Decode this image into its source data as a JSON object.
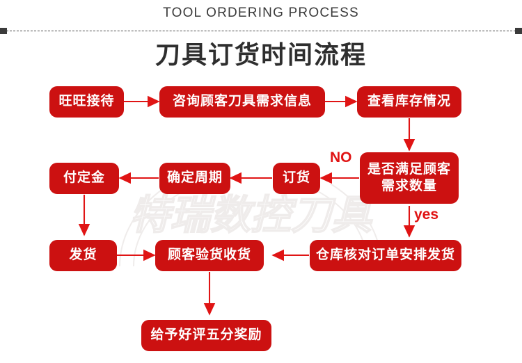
{
  "header": {
    "title_en": "TOOL ORDERING PROCESS",
    "title_cn": "刀具订货时间流程"
  },
  "watermark": {
    "text": "特瑞数控刀具"
  },
  "colors": {
    "node_fill": "#cc1111",
    "node_text": "#ffffff",
    "arrow": "#e01414",
    "title_cn": "#2e2e2e",
    "title_en": "#3a3a3a",
    "divider_cap": "#3b3b3b",
    "watermark": "#f0eeec"
  },
  "flow": {
    "nodes": [
      {
        "id": "n1",
        "label": "旺旺接待"
      },
      {
        "id": "n2",
        "label": "咨询顾客刀具需求信息"
      },
      {
        "id": "n3",
        "label": "查看库存情况"
      },
      {
        "id": "n4",
        "label": "是否满足顾客\n需求数量"
      },
      {
        "id": "n5",
        "label": "订货"
      },
      {
        "id": "n6",
        "label": "确定周期"
      },
      {
        "id": "n7",
        "label": "付定金"
      },
      {
        "id": "n8",
        "label": "发货"
      },
      {
        "id": "n9",
        "label": "顾客验货收货"
      },
      {
        "id": "n10",
        "label": "仓库核对订单安排发货"
      },
      {
        "id": "n11",
        "label": "给予好评五分奖励"
      }
    ],
    "edge_labels": {
      "no": "NO",
      "yes": "yes"
    }
  }
}
